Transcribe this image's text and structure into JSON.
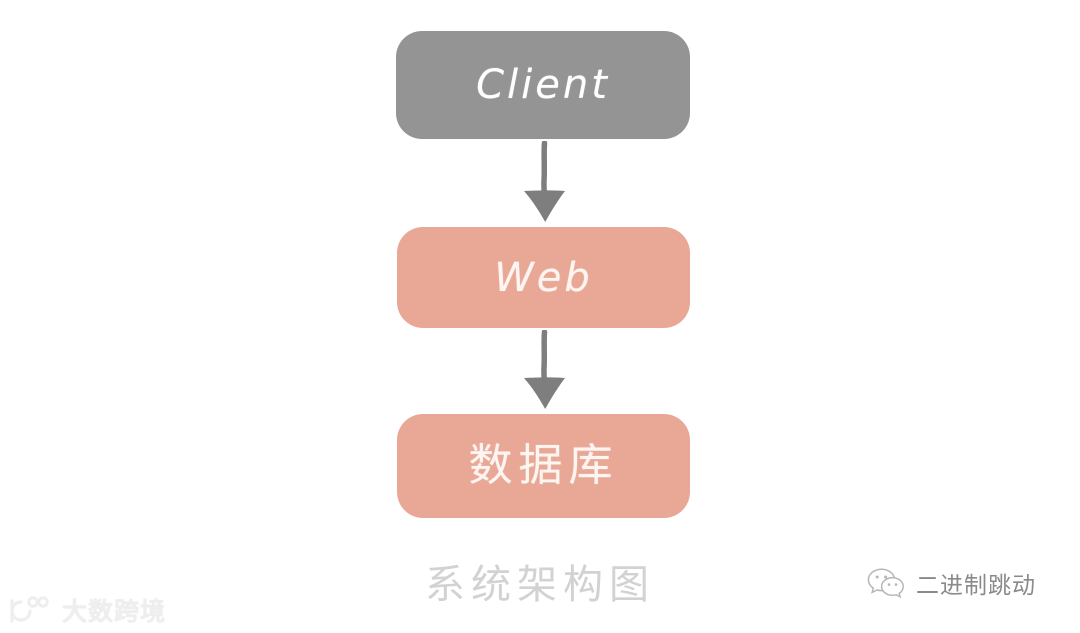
{
  "diagram": {
    "caption": "系统架构图",
    "nodes": [
      {
        "id": "client",
        "label": "Client",
        "color": "#949494",
        "text_color": "#ffffff"
      },
      {
        "id": "web",
        "label": "Web",
        "color": "#e9a896",
        "text_color": "#fdf5f1"
      },
      {
        "id": "database",
        "label": "数据库",
        "color": "#e9a896",
        "text_color": "#fdf5f1"
      }
    ],
    "edges": [
      {
        "from": "client",
        "to": "web",
        "style": "hand-drawn-arrow",
        "color": "#7e7e7e"
      },
      {
        "from": "web",
        "to": "database",
        "style": "hand-drawn-arrow",
        "color": "#7e7e7e"
      }
    ],
    "caption_color": "#d2d2d2",
    "background": "#ffffff"
  },
  "watermark_left": {
    "text": "大数跨境",
    "icon": "brand-logo-icon",
    "color": "#ededed"
  },
  "account_badge": {
    "text": "二进制跳动",
    "icon": "wechat-icon",
    "color": "#8a8a8a"
  }
}
